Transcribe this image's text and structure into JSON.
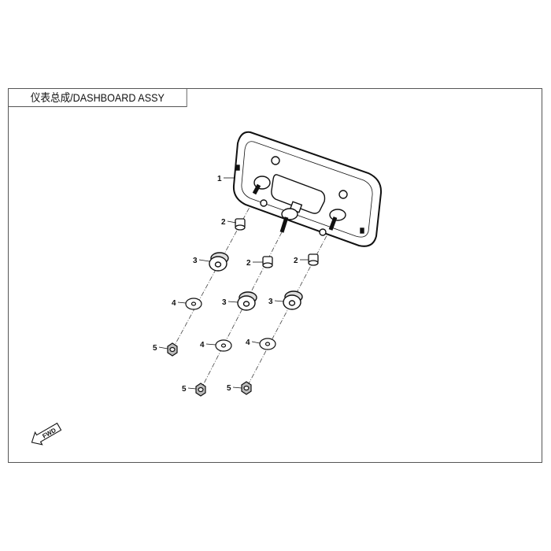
{
  "title": "仪表总成/DASHBOARD ASSY",
  "direction_marker": "FWD",
  "callouts": {
    "dashboard": "1",
    "spacer_a": "2",
    "spacer_b": "2",
    "spacer_c": "2",
    "grommet_a": "3",
    "grommet_b": "3",
    "grommet_c": "3",
    "washer_a": "4",
    "washer_b": "4",
    "washer_c": "4",
    "nut_a": "5",
    "nut_b": "5",
    "nut_c": "5"
  }
}
